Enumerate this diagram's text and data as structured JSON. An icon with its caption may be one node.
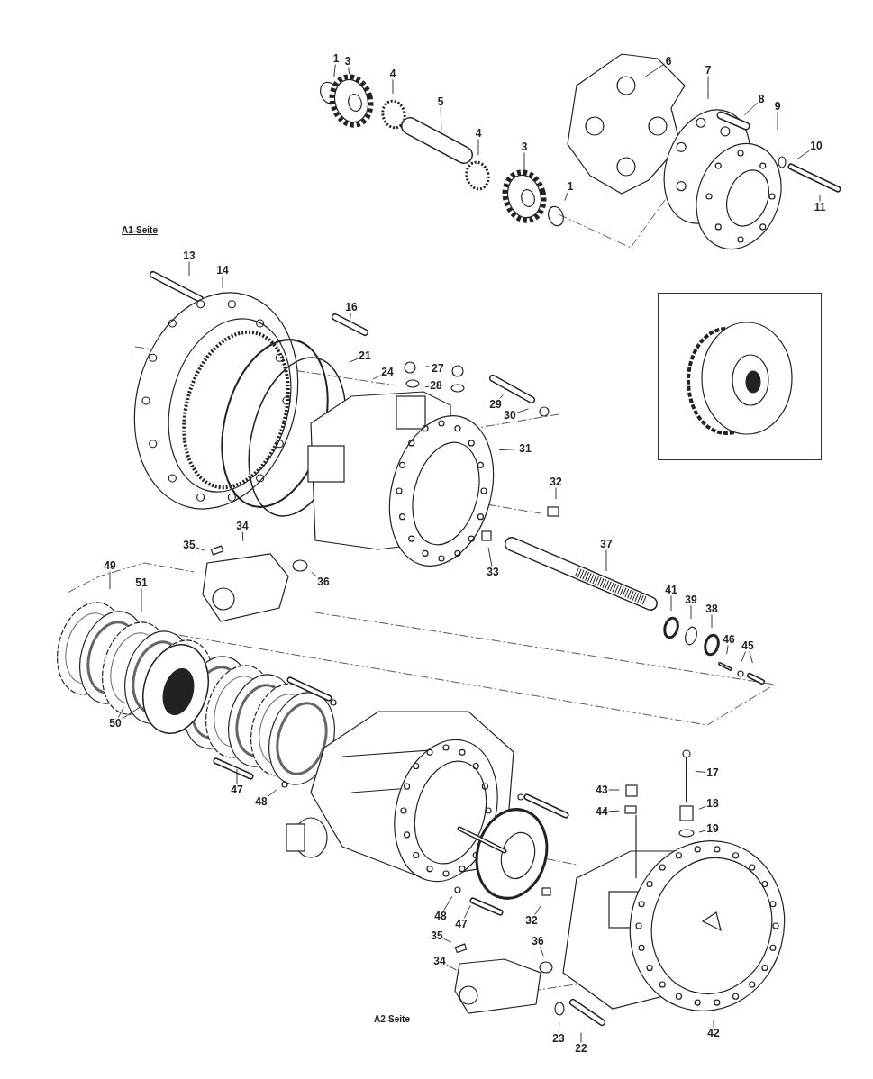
{
  "diagram": {
    "nodes": [
      {
        "text": [
          "1"
        ]
      },
      {
        "text": [
          "3"
        ]
      },
      {
        "text": [
          "4"
        ]
      },
      {
        "text": [
          "5"
        ]
      },
      {
        "text": [
          "4"
        ]
      },
      {
        "text": [
          "3"
        ]
      },
      {
        "text": [
          "1"
        ]
      },
      {
        "text": [
          "6"
        ]
      },
      {
        "text": [
          "7"
        ]
      },
      {
        "text": [
          "8"
        ]
      },
      {
        "text": [
          "9"
        ]
      },
      {
        "text": [
          "10"
        ]
      },
      {
        "text": [
          "11"
        ]
      },
      {
        "text": [
          "13"
        ]
      },
      {
        "text": [
          "14"
        ]
      },
      {
        "text": [
          "16"
        ]
      },
      {
        "text": [
          "21"
        ]
      },
      {
        "text": [
          "24"
        ]
      },
      {
        "text": [
          "27"
        ]
      },
      {
        "text": [
          "28"
        ]
      },
      {
        "text": [
          "29"
        ]
      },
      {
        "text": [
          "30"
        ]
      },
      {
        "text": [
          "31"
        ]
      },
      {
        "text": [
          "32"
        ]
      },
      {
        "text": [
          "35"
        ]
      },
      {
        "text": [
          "34"
        ]
      },
      {
        "text": [
          "36"
        ]
      },
      {
        "text": [
          "33"
        ]
      },
      {
        "text": [
          "37"
        ]
      },
      {
        "text": [
          "41"
        ]
      },
      {
        "text": [
          "39"
        ]
      },
      {
        "text": [
          "38"
        ]
      },
      {
        "text": [
          "46"
        ]
      },
      {
        "text": [
          "45"
        ]
      },
      {
        "text": [
          "49"
        ]
      },
      {
        "text": [
          "51"
        ]
      },
      {
        "text": [
          "50"
        ]
      },
      {
        "text": [
          "47"
        ]
      },
      {
        "text": [
          "48"
        ]
      },
      {
        "text": [
          "17"
        ]
      },
      {
        "text": [
          "43"
        ]
      },
      {
        "text": [
          "44"
        ]
      },
      {
        "text": [
          "18"
        ]
      },
      {
        "text": [
          "19"
        ]
      },
      {
        "text": [
          "48"
        ]
      },
      {
        "text": [
          "47"
        ]
      },
      {
        "text": [
          "32"
        ]
      },
      {
        "text": [
          "35"
        ]
      },
      {
        "text": [
          "36"
        ]
      },
      {
        "text": [
          "34"
        ]
      },
      {
        "text": [
          "23"
        ]
      },
      {
        "text": [
          "22"
        ]
      },
      {
        "text": [
          "42"
        ]
      }
    ],
    "edges": [
      {
        "from": 0,
        "to": null,
        "arrow": "none"
      },
      {
        "from": 1,
        "to": null,
        "arrow": "none"
      },
      {
        "from": 2,
        "to": null,
        "arrow": "none"
      },
      {
        "from": 3,
        "to": null,
        "arrow": "none"
      },
      {
        "from": 4,
        "to": null,
        "arrow": "none"
      },
      {
        "from": 5,
        "to": null,
        "arrow": "none"
      },
      {
        "from": 6,
        "to": null,
        "arrow": "none"
      },
      {
        "from": 7,
        "to": null,
        "arrow": "none"
      },
      {
        "from": 8,
        "to": null,
        "arrow": "none"
      },
      {
        "from": 9,
        "to": null,
        "arrow": "none"
      },
      {
        "from": 10,
        "to": null,
        "arrow": "none"
      },
      {
        "from": 11,
        "to": null,
        "arrow": "none"
      },
      {
        "from": 12,
        "to": null,
        "arrow": "none"
      },
      {
        "from": 13,
        "to": null,
        "arrow": "none"
      },
      {
        "from": 14,
        "to": null,
        "arrow": "none"
      },
      {
        "from": 15,
        "to": null,
        "arrow": "none"
      },
      {
        "from": 16,
        "to": null,
        "arrow": "none"
      },
      {
        "from": 17,
        "to": null,
        "arrow": "none"
      },
      {
        "from": 18,
        "to": null,
        "arrow": "none"
      },
      {
        "from": 19,
        "to": null,
        "arrow": "none"
      },
      {
        "from": 20,
        "to": null,
        "arrow": "none"
      },
      {
        "from": 21,
        "to": null,
        "arrow": "none"
      },
      {
        "from": 22,
        "to": null,
        "arrow": "none"
      },
      {
        "from": 23,
        "to": null,
        "arrow": "none"
      },
      {
        "from": 24,
        "to": null,
        "arrow": "none"
      },
      {
        "from": 25,
        "to": null,
        "arrow": "none"
      },
      {
        "from": 26,
        "to": null,
        "arrow": "none"
      },
      {
        "from": 27,
        "to": null,
        "arrow": "none"
      },
      {
        "from": 28,
        "to": null,
        "arrow": "none"
      },
      {
        "from": 29,
        "to": null,
        "arrow": "none"
      },
      {
        "from": 30,
        "to": null,
        "arrow": "none"
      },
      {
        "from": 31,
        "to": null,
        "arrow": "none"
      },
      {
        "from": 32,
        "to": null,
        "arrow": "none"
      },
      {
        "from": 33,
        "to": null,
        "arrow": "none"
      },
      {
        "from": 33,
        "to": null,
        "arrow": "none"
      },
      {
        "from": 34,
        "to": null,
        "arrow": "none"
      },
      {
        "from": 35,
        "to": null,
        "arrow": "none"
      },
      {
        "from": 36,
        "to": null,
        "arrow": "none"
      },
      {
        "from": 36,
        "to": null,
        "arrow": "none"
      },
      {
        "from": 37,
        "to": null,
        "arrow": "none"
      },
      {
        "from": 38,
        "to": null,
        "arrow": "none"
      },
      {
        "from": 39,
        "to": null,
        "arrow": "none"
      },
      {
        "from": 40,
        "to": null,
        "arrow": "none"
      },
      {
        "from": 41,
        "to": null,
        "arrow": "none"
      },
      {
        "from": 42,
        "to": null,
        "arrow": "none"
      },
      {
        "from": 43,
        "to": null,
        "arrow": "none"
      },
      {
        "from": 44,
        "to": null,
        "arrow": "none"
      },
      {
        "from": 45,
        "to": null,
        "arrow": "none"
      },
      {
        "from": 46,
        "to": null,
        "arrow": "none"
      },
      {
        "from": 47,
        "to": null,
        "arrow": "none"
      },
      {
        "from": 48,
        "to": null,
        "arrow": "none"
      },
      {
        "from": 49,
        "to": null,
        "arrow": "none"
      },
      {
        "from": 50,
        "to": null,
        "arrow": "none"
      },
      {
        "from": 51,
        "to": null,
        "arrow": "none"
      },
      {
        "from": 52,
        "to": null,
        "arrow": "none"
      }
    ],
    "labels": [
      "A1-Seite",
      "A2-Seite"
    ]
  }
}
